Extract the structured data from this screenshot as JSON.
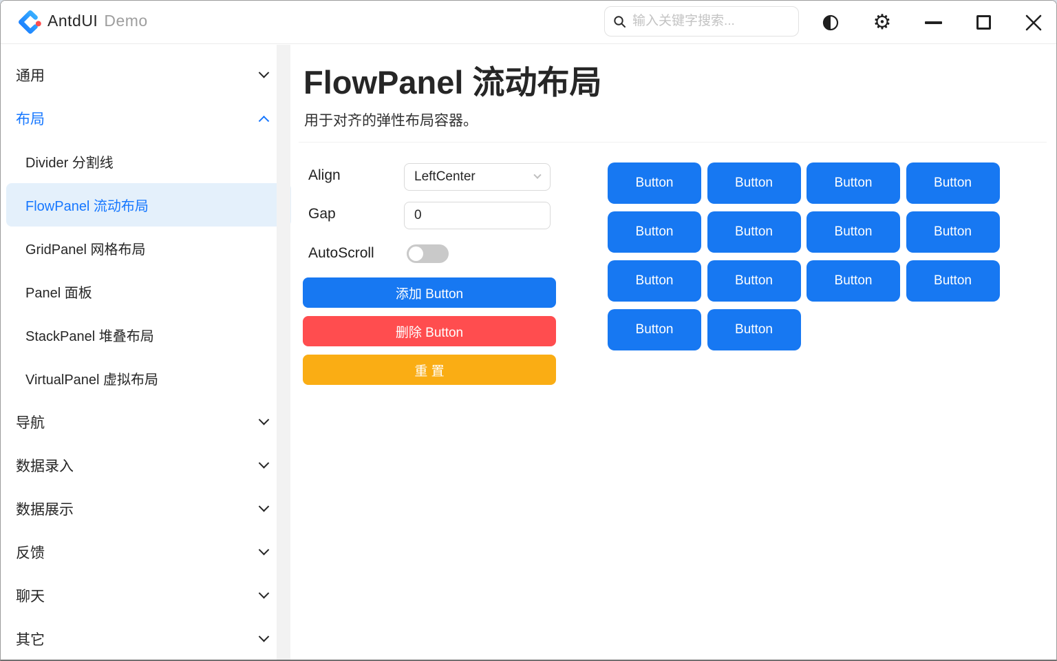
{
  "window": {
    "app_name": "AntdUI",
    "app_subtitle": "Demo",
    "controls": {
      "theme_toggle": "切换主题",
      "settings": "设置",
      "minimize": "最小化",
      "maximize": "最大化",
      "close": "关闭"
    }
  },
  "titlebar": {
    "search_placeholder": "输入关键字搜索..."
  },
  "sidebar": {
    "items": [
      {
        "label": "通用",
        "type": "group",
        "state": "collapsed"
      },
      {
        "label": "布局",
        "type": "group",
        "state": "expanded",
        "active": true
      },
      {
        "label": "Divider 分割线",
        "type": "child"
      },
      {
        "label": "FlowPanel 流动布局",
        "type": "child",
        "selected": true
      },
      {
        "label": "GridPanel 网格布局",
        "type": "child"
      },
      {
        "label": "Panel 面板",
        "type": "child"
      },
      {
        "label": "StackPanel 堆叠布局",
        "type": "child"
      },
      {
        "label": "VirtualPanel 虚拟布局",
        "type": "child"
      },
      {
        "label": "导航",
        "type": "group",
        "state": "collapsed"
      },
      {
        "label": "数据录入",
        "type": "group",
        "state": "collapsed"
      },
      {
        "label": "数据展示",
        "type": "group",
        "state": "collapsed"
      },
      {
        "label": "反馈",
        "type": "group",
        "state": "collapsed"
      },
      {
        "label": "聊天",
        "type": "group",
        "state": "collapsed"
      },
      {
        "label": "其它",
        "type": "group",
        "state": "collapsed"
      }
    ]
  },
  "main": {
    "title": "FlowPanel 流动布局",
    "subtitle": "用于对齐的弹性布局容器。",
    "controls": {
      "align_label": "Align",
      "align_value": "LeftCenter",
      "gap_label": "Gap",
      "gap_value": "0",
      "autoscroll_label": "AutoScroll",
      "autoscroll_on": false
    },
    "actions": {
      "add_label": "添加 Button",
      "remove_label": "删除 Button",
      "reset_label": "重 置"
    },
    "flow_buttons": [
      "Button",
      "Button",
      "Button",
      "Button",
      "Button",
      "Button",
      "Button",
      "Button",
      "Button",
      "Button",
      "Button",
      "Button",
      "Button",
      "Button"
    ]
  },
  "colors": {
    "primary": "#1778F2",
    "danger": "#FF4D4F",
    "warning": "#FAAD14",
    "active_text": "#1677FF",
    "selected_bg": "#E4F0FB"
  }
}
